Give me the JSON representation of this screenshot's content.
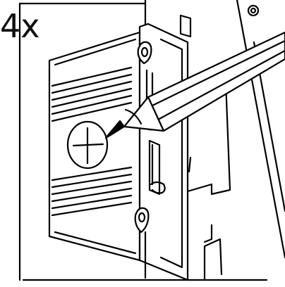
{
  "figure": {
    "quantity_label": "4x",
    "line_color": "#000000",
    "fill_color": "#ffffff"
  },
  "parts": {
    "wall_panel": "wall-panel",
    "mounting_bracket": "mounting-bracket",
    "screw_hole_marker": "crosshair-circle",
    "pencil": "pencil",
    "keyhole_slots": 2,
    "vent_slats_per_group": 5
  }
}
